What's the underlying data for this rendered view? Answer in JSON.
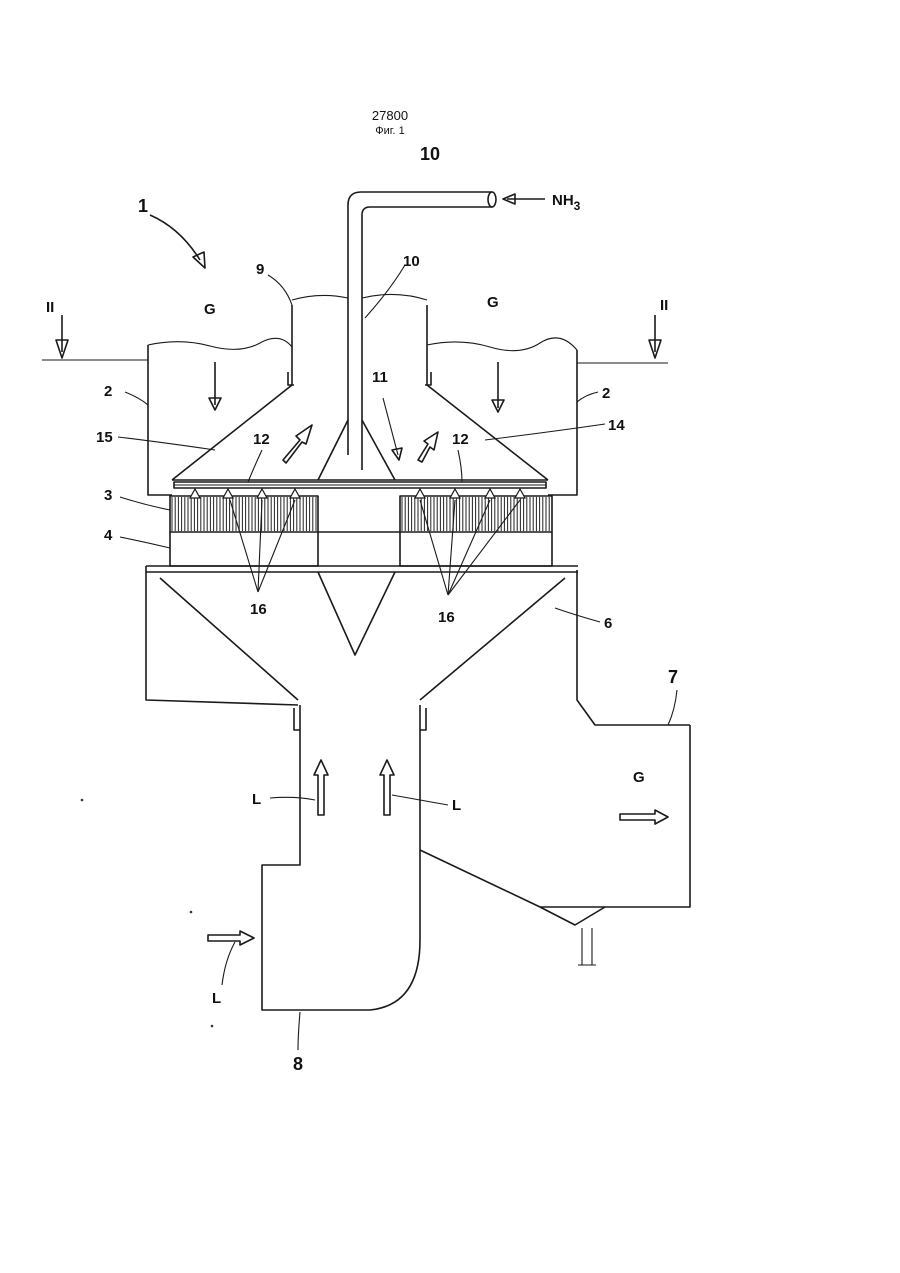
{
  "header": {
    "doc_number": "27800",
    "figure_caption": "Фиг. 1"
  },
  "labels": {
    "ref_1": "1",
    "ref_2_left": "2",
    "ref_2_right": "2",
    "ref_3": "3",
    "ref_4": "4",
    "ref_6": "6",
    "ref_7": "7",
    "ref_8": "8",
    "ref_9": "9",
    "ref_10_top": "10",
    "ref_10_mid": "10",
    "ref_11": "11",
    "ref_12_left": "12",
    "ref_12_right": "12",
    "ref_14": "14",
    "ref_15": "15",
    "ref_16_left": "16",
    "ref_16_right": "16",
    "section_left": "II",
    "section_right": "II",
    "gas_in_left": "G",
    "gas_in_right": "G",
    "gas_out": "G",
    "air_left": "L",
    "air_right": "L",
    "air_in": "L",
    "reagent_main": "NH",
    "reagent_sub": "3"
  }
}
